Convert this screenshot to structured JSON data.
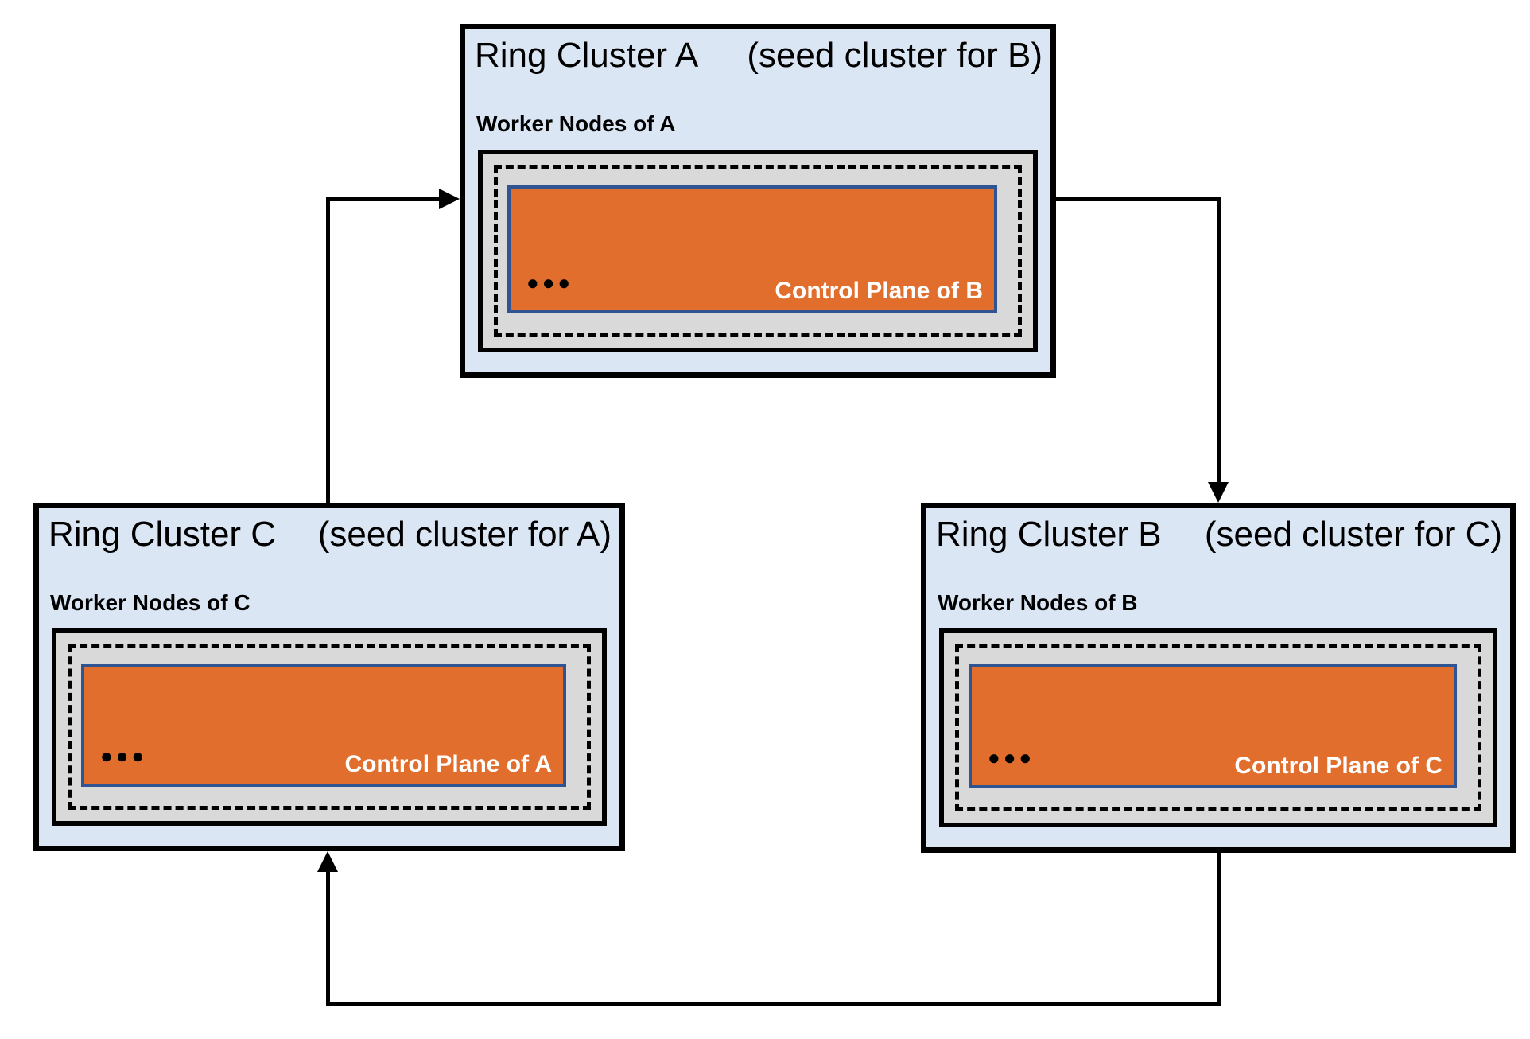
{
  "diagram": {
    "clusters": [
      {
        "id": "A",
        "title": "Ring Cluster A",
        "subtitle": "(seed cluster for B)",
        "worker_label": "Worker Nodes of A",
        "control_plane_label": "Control Plane of B",
        "dots": "●●●"
      },
      {
        "id": "B",
        "title": "Ring Cluster B",
        "subtitle": "(seed cluster for C)",
        "worker_label": "Worker Nodes of B",
        "control_plane_label": "Control Plane of C",
        "dots": "●●●"
      },
      {
        "id": "C",
        "title": "Ring Cluster C",
        "subtitle": "(seed cluster for A)",
        "worker_label": "Worker Nodes of C",
        "control_plane_label": "Control Plane of A",
        "dots": "●●●"
      }
    ],
    "arrows": [
      {
        "from": "C",
        "to": "A"
      },
      {
        "from": "A",
        "to": "B"
      },
      {
        "from": "B",
        "to": "C"
      }
    ],
    "colors": {
      "cluster_fill": "#dbe6f4",
      "worker_fill": "#d9d9d9",
      "control_plane_fill": "#e16e2d",
      "control_plane_border": "#2f5491",
      "outline": "#000000",
      "control_plane_text": "#ffffff"
    }
  }
}
